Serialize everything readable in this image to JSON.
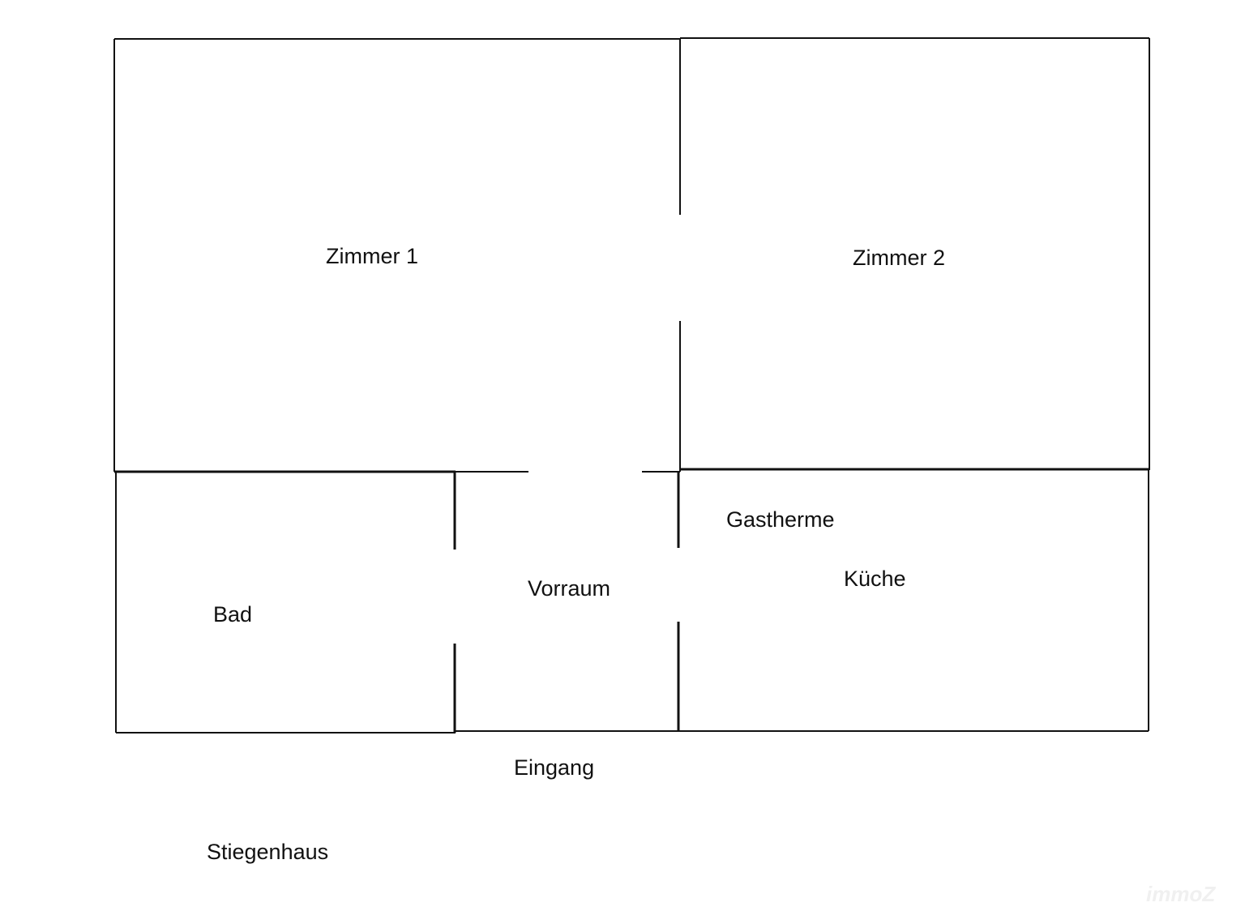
{
  "rooms": {
    "zimmer1": "Zimmer 1",
    "zimmer2": "Zimmer 2",
    "bad": "Bad",
    "vorraum": "Vorraum",
    "kueche": "Küche"
  },
  "annotations": {
    "gastherme": "Gastherme",
    "eingang": "Eingang",
    "stiegenhaus": "Stiegenhaus"
  },
  "watermark": "immoZ",
  "colors": {
    "wall": "#111111",
    "background": "#ffffff",
    "watermark": "#f0f0f0"
  }
}
